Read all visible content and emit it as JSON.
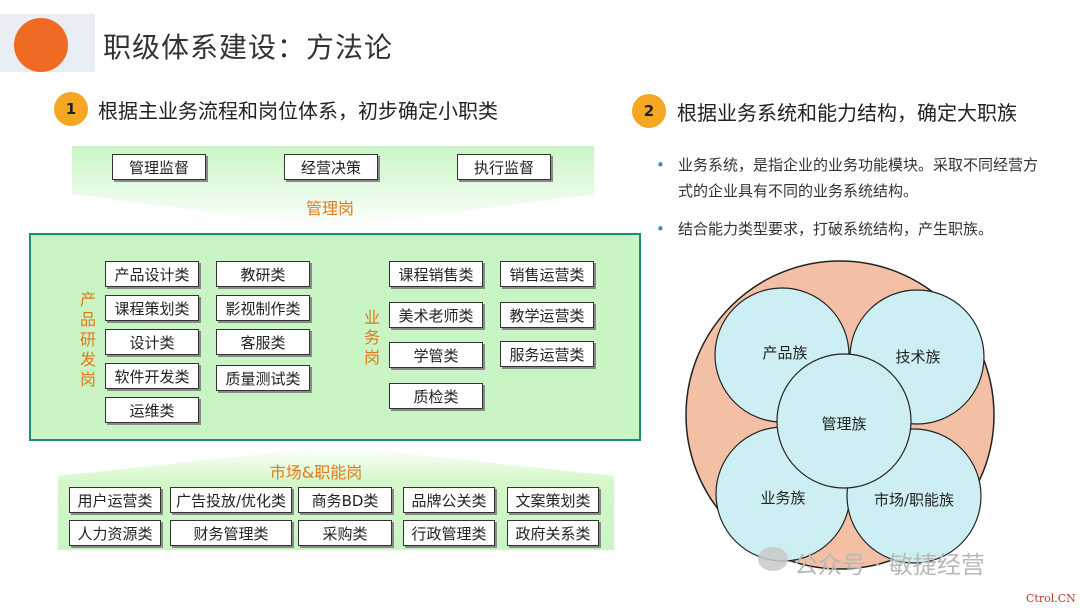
{
  "title": "职级体系建设：方法论",
  "step1": {
    "num": "1",
    "text": "根据主业务流程和岗位体系，初步确定小职类"
  },
  "step2": {
    "num": "2",
    "text": "根据业务系统和能力结构，确定大职族"
  },
  "management": {
    "label": "管理岗",
    "items": [
      "管理监督",
      "经营决策",
      "执行监督"
    ]
  },
  "product_rd": {
    "label": "产品研发岗",
    "col1": [
      "产品设计类",
      "课程策划类",
      "设计类",
      "软件开发类",
      "运维类"
    ],
    "col2": [
      "教研类",
      "影视制作类",
      "客服类",
      "质量测试类"
    ]
  },
  "business": {
    "label": "业务岗",
    "col1": [
      "课程销售类",
      "美术老师类",
      "学管类",
      "质检类"
    ],
    "col2": [
      "销售运营类",
      "教学运营类",
      "服务运营类"
    ]
  },
  "market": {
    "label": "市场&职能岗",
    "row1": [
      "用户运营类",
      "广告投放/优化类",
      "商务BD类",
      "品牌公关类",
      "文案策划类"
    ],
    "row2": [
      "人力资源类",
      "财务管理类",
      "采购类",
      "行政管理类",
      "政府关系类"
    ]
  },
  "bullets": [
    "业务系统，是指企业的业务功能模块。采取不同经营方式的企业具有不同的业务系统结构。",
    "结合能力类型要求，打破系统结构，产生职族。"
  ],
  "families": {
    "product": "产品族",
    "tech": "技术族",
    "management": "管理族",
    "business": "业务族",
    "market": "市场/职能族"
  },
  "watermark": "公众号 · 敏捷经营",
  "corner_mark": "Ctrol.CN",
  "colors": {
    "accent_orange": "#f5a623",
    "logo_orange": "#ef6a22",
    "green_fill": "#c9f5c4",
    "teal_border": "#1e8c78",
    "family_circle": "#cdeef2",
    "outer_circle": "#f3bfa5",
    "label_orange": "#e07a1a"
  }
}
